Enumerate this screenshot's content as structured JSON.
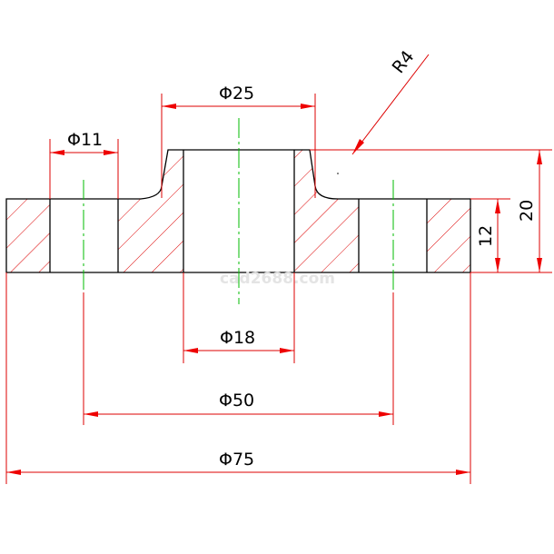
{
  "drawing": {
    "watermark": "cad2688.com",
    "dimensions": {
      "hub_outer_diameter": "Φ25",
      "bolt_hole_diameter": "Φ11",
      "bore_diameter": "Φ18",
      "bolt_circle_diameter": "Φ50",
      "flange_outer_diameter": "Φ75",
      "fillet_radius": "R4",
      "flange_thickness": "12",
      "total_height": "20"
    },
    "colors": {
      "outline": "#000000",
      "dimension": "#dd0000",
      "centerline": "#00bb00"
    }
  }
}
